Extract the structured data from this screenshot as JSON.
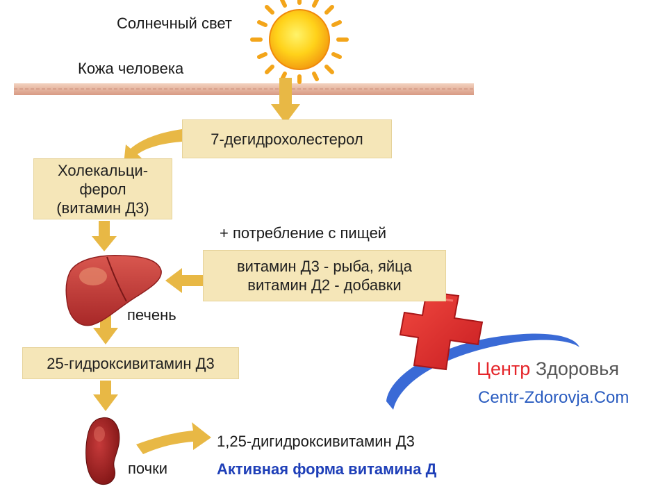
{
  "labels": {
    "sunlight": "Солнечный свет",
    "skin": "Кожа человека",
    "food_intake": "+ потребление с пищей",
    "liver": "печень",
    "kidneys": "почки"
  },
  "boxes": {
    "dehydro": "7-дегидрохолестерол",
    "chole_1": "Холекальци-",
    "chole_2": "ферол",
    "chole_3": "(витамин Д3)",
    "food_1": "витамин Д3 - рыба, яйца",
    "food_2": "витамин Д2 - добавки",
    "hydroxy": "25-гидроксивитамин Д3"
  },
  "result": {
    "compound": "1,25-дигидроксивитамин Д3",
    "active_form": "Активная форма витамина Д"
  },
  "logo": {
    "name_part1": "Центр",
    "name_part2": "Здоровья",
    "url": "Centr-Zdorovja.Com"
  },
  "colors": {
    "arrow": "#e8b845",
    "box_fill": "#f5e6b8",
    "active_text": "#1e3fb8",
    "cross": "#e5252a",
    "logo_blue": "#2a5cc0"
  }
}
